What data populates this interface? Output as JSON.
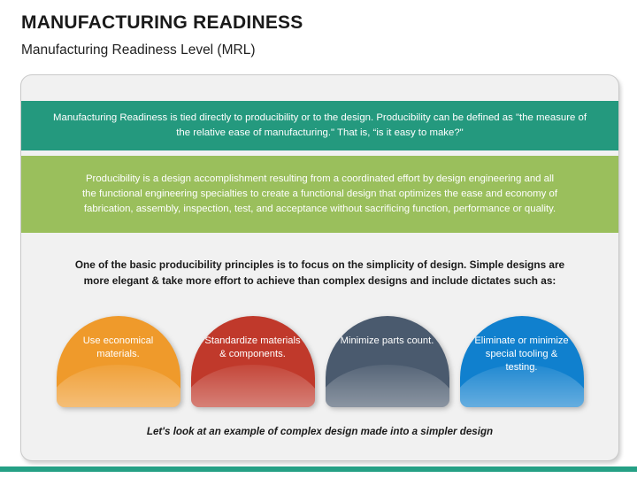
{
  "header": {
    "title": "MANUFACTURING READINESS",
    "subtitle": "Manufacturing Readiness Level (MRL)"
  },
  "card": {
    "teal_banner": {
      "text": "Manufacturing Readiness is tied directly to producibility or to the design. Producibility can be defined as \"the measure of the relative ease of manufacturing.\" That is, “is it easy to make?\"",
      "color": "#24997e"
    },
    "green_banner": {
      "text": "Producibility is a design accomplishment resulting from a coordinated effort by design engineering and all the functional engineering specialties to create a functional design that optimizes the ease and economy of fabrication, assembly, inspection, test, and acceptance without sacrificing function, performance or quality.",
      "color": "#9abf5c"
    },
    "intro_paragraph": "One of the basic producibility principles is to focus on the simplicity of design. Simple designs are more elegant & take more effort to achieve than complex designs and include dictates such as:",
    "domes": [
      {
        "label": "Use economical materials.",
        "color": "#ef9a2b"
      },
      {
        "label": "Standardize materials & components.",
        "color": "#c0392b"
      },
      {
        "label": "Minimize parts count.",
        "color": "#4a5a6e"
      },
      {
        "label": "Eliminate or minimize special tooling & testing.",
        "color": "#1080ce"
      }
    ],
    "footnote": "Let's look at an example of complex design made into a simpler design"
  },
  "bottom_bar": {
    "color": "#25a085"
  }
}
